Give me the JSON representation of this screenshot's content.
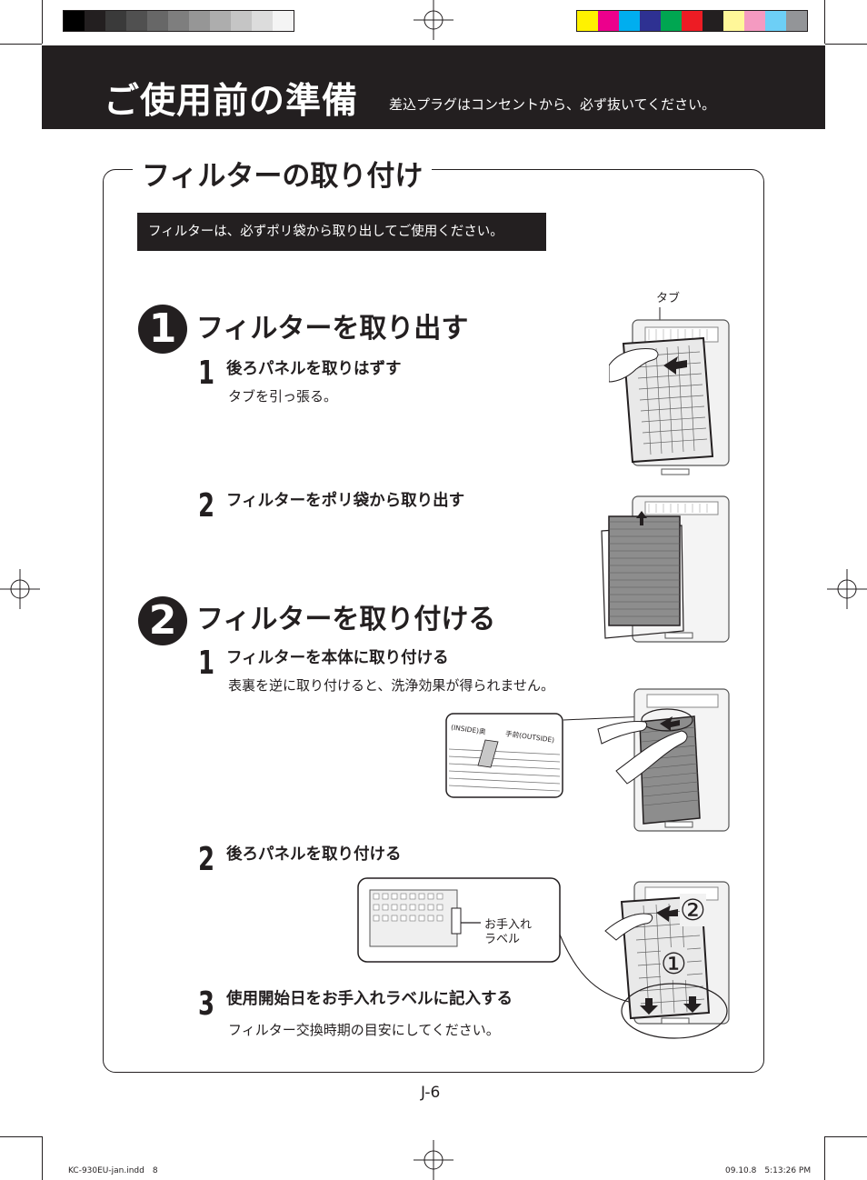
{
  "header": {
    "title": "ご使用前の準備",
    "subtitle": "差込プラグはコンセントから、必ず抜いてください。"
  },
  "frame_title": "フィルターの取り付け",
  "notice": "フィルターは、必ずポリ袋から取り出してご使用ください。",
  "sections": [
    {
      "number": "1",
      "title": "フィルターを取り出す",
      "steps": [
        {
          "number": "1",
          "title": "後ろパネルを取りはずす",
          "desc": "タブを引っ張る。"
        },
        {
          "number": "2",
          "title": "フィルターをポリ袋から取り出す",
          "desc": ""
        }
      ]
    },
    {
      "number": "2",
      "title": "フィルターを取り付ける",
      "steps": [
        {
          "number": "1",
          "title": "フィルターを本体に取り付ける",
          "desc": "表裏を逆に取り付けると、洗浄効果が得られません。"
        },
        {
          "number": "2",
          "title": "後ろパネルを取り付ける",
          "desc": ""
        },
        {
          "number": "3",
          "title": "使用開始日をお手入れラベルに記入する",
          "desc": "フィルター交換時期の目安にしてください。"
        }
      ]
    }
  ],
  "labels": {
    "tab": "タブ",
    "care_label_1": "お手入れ",
    "care_label_2": "ラベル",
    "inside_text": "(INSIDE)奥",
    "outside_text": "手前(OUTSIDE)",
    "circle_1": "①",
    "circle_2": "②"
  },
  "page_number": "J-6",
  "footer": {
    "file": "KC-930EU-jan.indd　8",
    "date": "09.10.8　5:13:26 PM"
  },
  "colors": {
    "gray_swatches": [
      "#000000",
      "#231f20",
      "#3a3a3a",
      "#505050",
      "#676767",
      "#7e7e7e",
      "#969696",
      "#adadad",
      "#c5c5c5",
      "#dcdcdc",
      "#f4f4f4"
    ],
    "color_swatches": [
      "#fff200",
      "#ec008c",
      "#00aeef",
      "#2e3192",
      "#00a651",
      "#ed1c24",
      "#231f20",
      "#fff799",
      "#f49ac1",
      "#6dcff6",
      "#939598"
    ]
  }
}
